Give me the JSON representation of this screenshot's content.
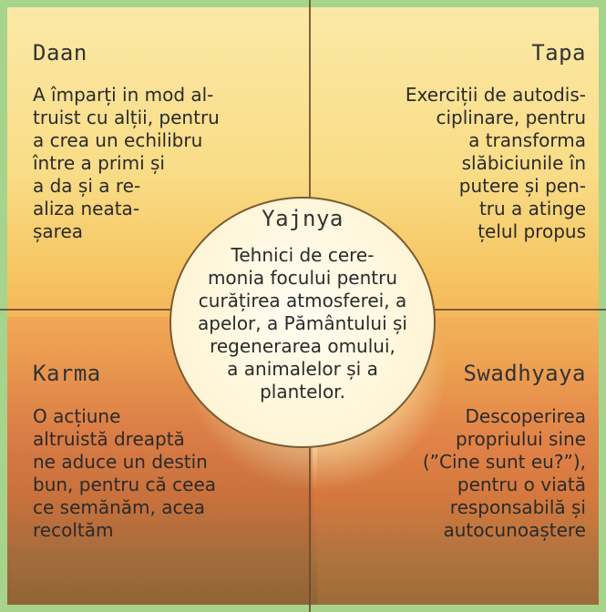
{
  "center": {
    "title": "Yajnya",
    "lines": [
      "Tehnici de cere-",
      "monia focului pentru",
      "curățirea atmosferei, a",
      "apelor, a Pământului și",
      "regenerarea omului,",
      "a animalelor și a",
      "plantelor."
    ]
  },
  "top_left": {
    "title": "Daan",
    "lines": [
      "A împarți in mod al-",
      "truist cu alții, pentru",
      "a crea un echilibru",
      "între a primi și",
      "a da și a re-",
      "aliza neata-",
      "șarea"
    ]
  },
  "top_right": {
    "title": "Tapa",
    "lines": [
      "Exerciții de autodis-",
      "ciplinare, pentru",
      "a transforma",
      "slăbiciunile în",
      "putere și pen-",
      "tru a atinge",
      "țelul propus"
    ]
  },
  "bottom_left": {
    "title": "Karma",
    "lines": [
      "O acțiune",
      "altruistă dreaptă",
      "ne aduce un destin",
      "bun, pentru că ceea",
      "ce semănăm, acea",
      "recoltăm"
    ]
  },
  "bottom_right": {
    "title": "Swadhyaya",
    "lines": [
      "Descoperirea",
      "propriului sine",
      "(”Cine sunt eu?”),",
      "pentru o viată",
      "responsabilă și",
      "autocunoaștere"
    ]
  }
}
